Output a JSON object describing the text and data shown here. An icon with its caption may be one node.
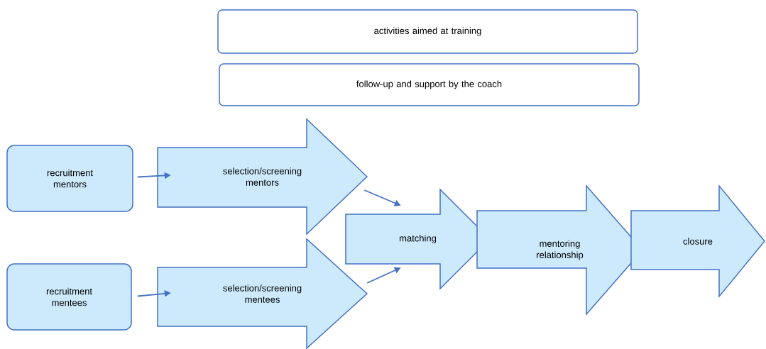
{
  "diagram": {
    "nodes": [
      {
        "text": [
          "activities aimed at training"
        ]
      },
      {
        "text": [
          "follow-up and support by the coach"
        ]
      },
      {
        "text": [
          "recruitment mentors"
        ]
      },
      {
        "text": [
          "selection/screening mentors"
        ]
      },
      {
        "text": [
          "recruitment mentees"
        ]
      },
      {
        "text": [
          "selection/screening mentees"
        ]
      },
      {
        "text": [
          "matching"
        ]
      },
      {
        "text": [
          "mentoring relationship"
        ]
      },
      {
        "text": [
          "closure"
        ]
      }
    ],
    "edges": [
      {
        "from": 2,
        "to": 3,
        "arrow": "to"
      },
      {
        "from": 4,
        "to": 5,
        "arrow": "to"
      },
      {
        "from": 3,
        "to": 6,
        "arrow": "to"
      },
      {
        "from": 5,
        "to": 6,
        "arrow": "to"
      }
    ]
  }
}
